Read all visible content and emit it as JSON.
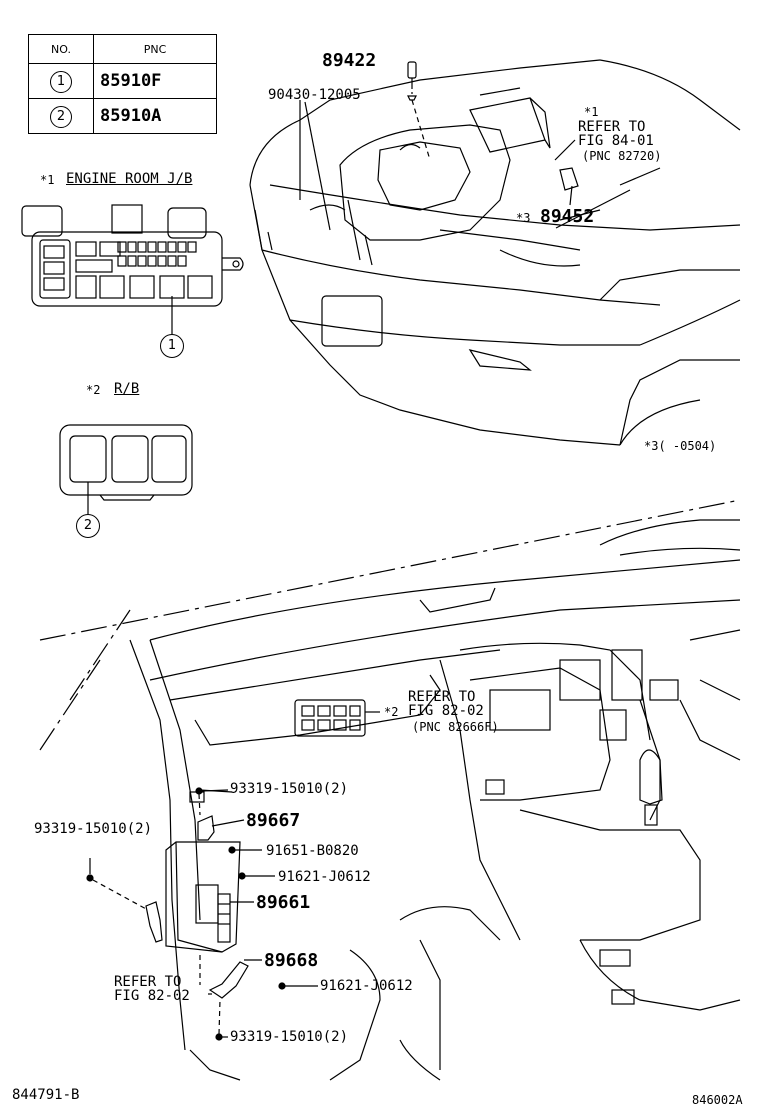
{
  "table": {
    "header_no": "NO.",
    "header_pnc": "PNC",
    "rows": [
      {
        "no": "1",
        "pnc": "85910F"
      },
      {
        "no": "2",
        "pnc": "85910A"
      }
    ]
  },
  "engine_room": {
    "mark": "*1",
    "title": "ENGINE ROOM J/B",
    "callout": "1"
  },
  "rb": {
    "mark": "*2",
    "title": "R/B",
    "callout": "2"
  },
  "parts": {
    "p89422": "89422",
    "p90430": "90430-12005",
    "p89452_mark": "*3",
    "p89452": "89452",
    "p93319_top": "93319-15010(2)",
    "p93319_left": "93319-15010(2)",
    "p89667": "89667",
    "p91651": "91651-B0820",
    "p91621_a": "91621-J0612",
    "p89661": "89661",
    "p89668": "89668",
    "p91621_b": "91621-J0612",
    "p93319_bottom": "93319-15010(2)"
  },
  "refs": {
    "r1_mark": "*1",
    "r1_l1": "REFER TO",
    "r1_l2": "FIG 84-01",
    "r1_l3": "(PNC 82720)",
    "r2_mark": "*2",
    "r2_l1": "REFER TO",
    "r2_l2": "FIG 82-02",
    "r2_l3": "(PNC 82666F)",
    "r3_l1": "REFER TO",
    "r3_l2": "FIG 82-02"
  },
  "footnote": "*3(    -0504)",
  "codes": {
    "left": "844791-B",
    "right": "846002A"
  }
}
